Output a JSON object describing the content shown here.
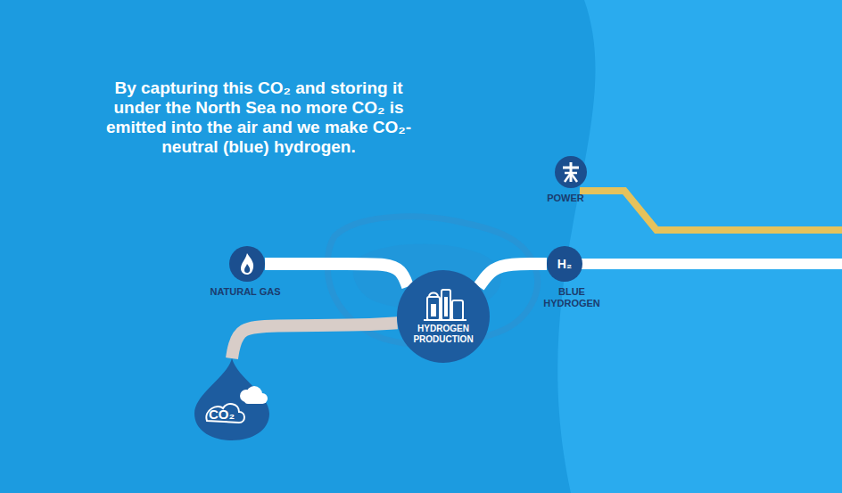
{
  "diagram": {
    "title": "By capturing this CO₂ and storing it under the North Sea no more CO₂ is emitted into the air and we make CO₂-neutral (blue) hydrogen.",
    "nodes": [
      {
        "text": [
          "POWER"
        ]
      },
      {
        "text": [
          "NATURAL GAS"
        ]
      },
      {
        "text": [
          "H₂",
          "BLUE HYDROGEN"
        ]
      },
      {
        "text": [
          "HYDROGEN PRODUCTION"
        ]
      },
      {
        "text": [
          "CO₂"
        ]
      }
    ],
    "edges": [
      {
        "from": 1,
        "to": 3,
        "arrow": "none"
      },
      {
        "from": 3,
        "to": 2,
        "arrow": "none"
      },
      {
        "from": 3,
        "to": 4,
        "arrow": "none"
      }
    ]
  }
}
